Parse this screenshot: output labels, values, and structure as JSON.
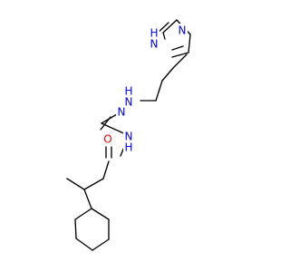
{
  "molecule": {
    "atom_labels": {
      "imidazole_n_top": "N",
      "imidazole_nh": "H",
      "imidazole_nh_n": "N",
      "hydrazine_nh_top": "H",
      "hydrazine_nh_top_n": "N",
      "hydrazone_n": "N",
      "amide_nh_n": "N",
      "amide_nh_h": "H",
      "amide_o": "O"
    },
    "colors": {
      "bond": "#000000",
      "nitrogen": "#0000ff",
      "oxygen": "#ff0000",
      "hydrogen_on_nitrogen": "#0000ff"
    }
  }
}
